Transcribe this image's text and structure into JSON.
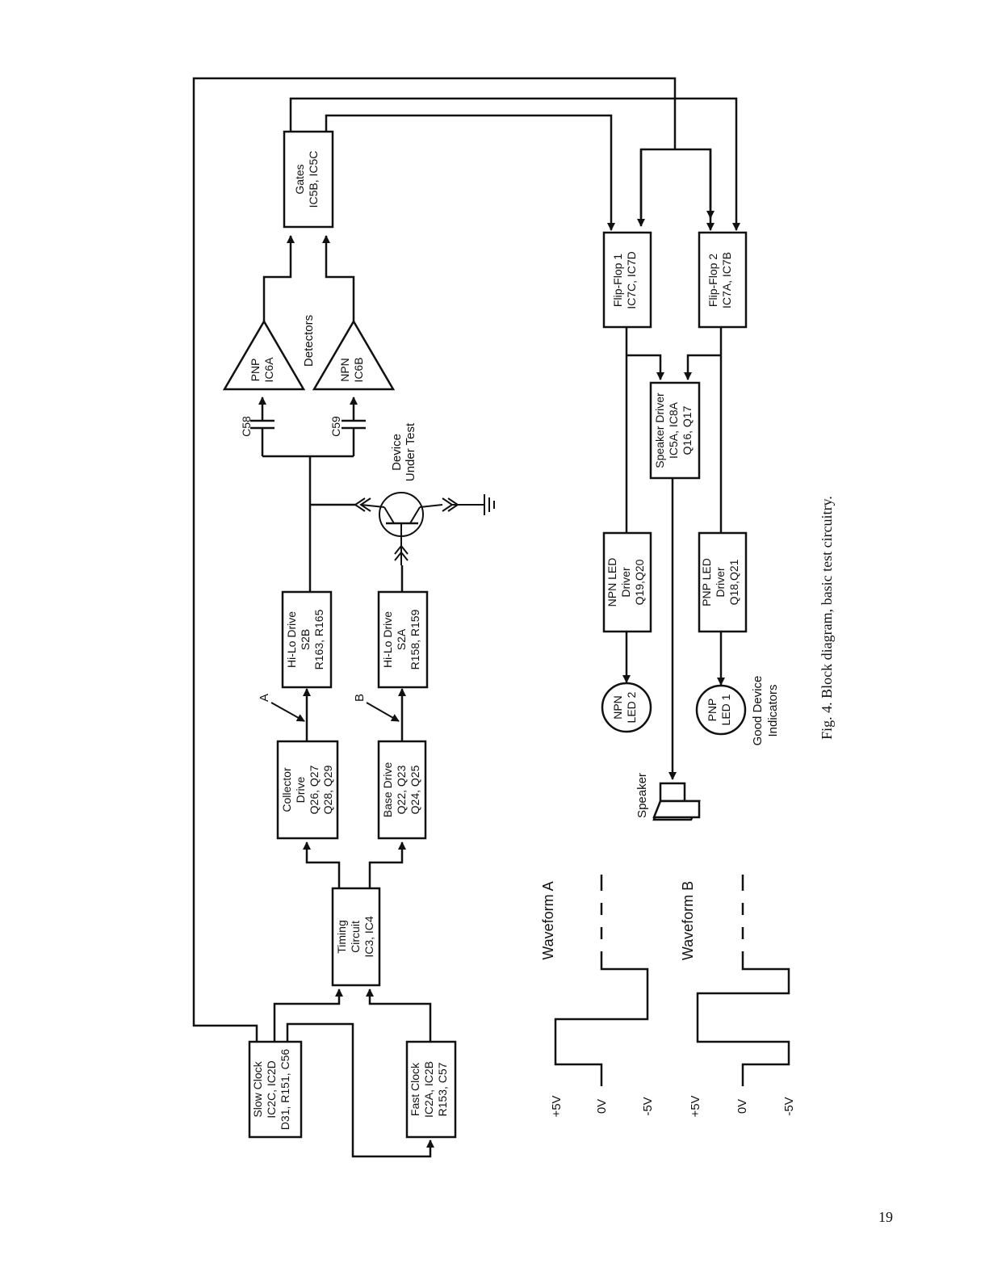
{
  "caption": "Fig. 4. Block diagram, basic test circuitry.",
  "page_number": "19",
  "blocks": {
    "slow_clock": [
      "Slow Clock",
      "IC2C, IC2D",
      "D31, R151, C56"
    ],
    "fast_clock": [
      "Fast Clock",
      "IC2A, IC2B",
      "R153, C57"
    ],
    "timing_circuit": [
      "Timing",
      "Circuit",
      "IC3, IC4"
    ],
    "collector_drive": [
      "Collector",
      "Drive",
      "Q26, Q27",
      "Q28, Q29"
    ],
    "base_drive": [
      "Base Drive",
      "Q22, Q23",
      "Q24, Q25"
    ],
    "hilo_drive_b": [
      "Hi-Lo Drive",
      "S2B",
      "R163, R165"
    ],
    "hilo_drive_a": [
      "Hi-Lo Drive",
      "S2A",
      "R158, R159"
    ],
    "gates": [
      "Gates",
      "IC5B, IC5C"
    ],
    "flip_flop_1": [
      "Flip-Flop 1",
      "IC7C, IC7D"
    ],
    "flip_flop_2": [
      "Flip-Flop 2",
      "IC7A, IC7B"
    ],
    "speaker_driver": [
      "Speaker Driver",
      "IC5A, IC8A",
      "Q16, Q17"
    ],
    "npn_led_driver": [
      "NPN LED",
      "Driver",
      "Q19,Q20"
    ],
    "pnp_led_driver": [
      "PNP LED",
      "Driver",
      "Q18,Q21"
    ]
  },
  "detectors": {
    "label": "Detectors",
    "pnp": [
      "PNP",
      "IC6A"
    ],
    "npn": [
      "NPN",
      "IC6B"
    ],
    "c58": "C58",
    "c59": "C59"
  },
  "device_under_test": [
    "Device",
    "Under Test"
  ],
  "test_points": {
    "a": "A",
    "b": "B"
  },
  "leds": {
    "npn": [
      "NPN",
      "LED 2"
    ],
    "pnp": [
      "PNP",
      "LED 1"
    ],
    "group_label": [
      "Good Device",
      "Indicators"
    ]
  },
  "speaker_label": "Speaker",
  "waveform_a": {
    "title": "Waveform A",
    "levels": [
      "+5V",
      "0V",
      "-5V"
    ]
  },
  "waveform_b": {
    "title": "Waveform B",
    "levels": [
      "+5V",
      "0V",
      "-5V"
    ]
  }
}
